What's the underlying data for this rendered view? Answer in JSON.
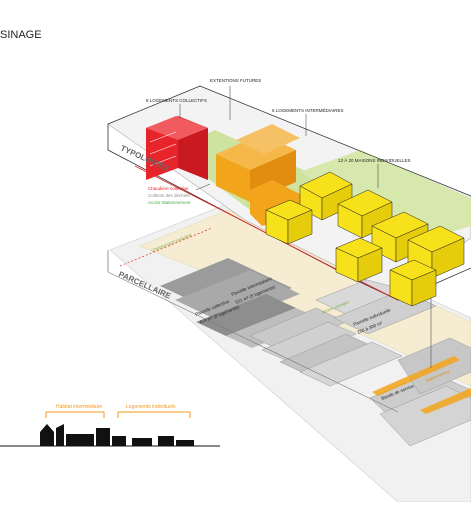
{
  "header": {
    "title": "SINAGE"
  },
  "layers": {
    "typologies": "TYPOLOGIES",
    "parcellaire": "PARCELLAIRE"
  },
  "labels": {
    "extensions": "EXTENTIONS FUTURES",
    "collectifs": "8 LOGEMENTS COLLECTIFS",
    "intermediaires": "5 LOGEMENTS INTERMÉDIAIRES",
    "maisons": "13 À 20 MAISONS INDIVIDUELLES"
  },
  "legend": {
    "chaudiere": "Chaudière collective",
    "collecte": "Collecte des déchets",
    "acces": "Accès Stationnement"
  },
  "parcels": {
    "cheminement": "Cheminement mutualisé",
    "parcelle_inter": "Parcelle intermédiaire",
    "parcelle_inter_area": "521 m² (5 logements)",
    "parcelle_collective": "Parcelle collective",
    "parcelle_collective_area": "414 m² (8 logements)",
    "jardin": "Jardins partagés",
    "bande_active": "Bande de service",
    "parcelle_individuelle": "Parcelle individuelle",
    "parcelle_individuelle_area": "200 à 300 m²",
    "stationnement": "Stationnement"
  },
  "section": {
    "habitat": "Habitat intermédiaire",
    "individuels": "Logements individuels"
  },
  "colors": {
    "red": "#e8242b",
    "orange": "#f2a41a",
    "yellow": "#f7e11a",
    "green": "#cfe3a0",
    "beige": "#f5ecd2",
    "gray": "#9b9b9b",
    "accent": "#f29a1e"
  }
}
